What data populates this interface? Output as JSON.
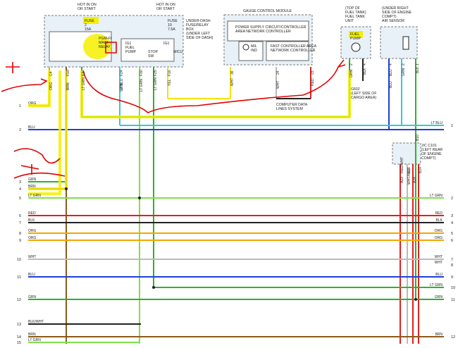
{
  "colors": {
    "org": "#f5a500",
    "blu": "#1f3fd8",
    "ltblu": "#38c6e0",
    "grn": "#2ab42a",
    "brn": "#8b5a1a",
    "ltgrn": "#7fe04a",
    "red": "#e02020",
    "blk": "#222222",
    "wht": "#bbbbbb",
    "yel": "#f7e000",
    "highlight": "#f4f000",
    "markup": "#e00000",
    "box_fill": "#e8f1f8",
    "box_stroke": "#777777"
  },
  "labels": {
    "hot_on_start_1": "HOT IN ON\nOR START",
    "hot_on_start_2": "HOT IN ON\nOR START",
    "fuse_2": "FUSE\n2\n15A",
    "fuse_10": "FUSE\n10\n7.5A",
    "relay": "PGM-FI\nMAIN\nRELAY",
    "ig1_fuel_pump": "IG1\nFUEL\nPUMP",
    "stop_sw": "STOP\nSW",
    "ig1_2": "IG1",
    "micu": "MICU",
    "underdash_box": "UNDER-DASH\nFUSE/RELAY\nBOX\n(UNDER LEFT\nSIDE OF DASH)",
    "gauge_module": "GAUGE CONTROL MODULE",
    "power_supply": "POWER SUPPLY CIRCUIT/CONTROLLER\nAREA NETWORK CONTROLLER",
    "mil": "MIL\nIND",
    "fast_controller": "FAST CONTROLLER AREA\nNETWORK CONTROLLER",
    "computer_lines": "COMPUTER DATA\nLINES SYSTEM",
    "fuel_tank_hdr": "(TOP OF\nFUEL TANK)\nFUEL TANK\nUNIT",
    "fuel_pump": "FUEL\nPUMP",
    "g602": "G602\n(LEFT SIDE OF\nCARGO AREA)",
    "air_sensor_hdr": "(UNDER RIGHT\nSIDE OF ENGINE\nCOMPT)\nAIR SENSOR",
    "jc_c101": "J/C C101\n(LEFT REAR\nOF ENGINE\nCOMPT)"
  },
  "pins": {
    "p_c4": "C4",
    "p_f10": "F10",
    "p_e3": "E3",
    "p_f24": "F24",
    "p_f30": "F30",
    "p_f25": "F25",
    "p_f16": "F16",
    "p_36": "36",
    "p_24": "24",
    "p_23": "23",
    "p_2": "2",
    "p_4a": "4",
    "p_4b": "4",
    "p_2b": "2",
    "p_1": "1",
    "p_a23": "A23",
    "p_b16": "B16",
    "p_a24": "A24",
    "p_b14": "B14",
    "p_b10": "B10"
  },
  "wire_tags": {
    "t_org": "ORG",
    "t_brn": "BRN",
    "t_ltgrn": "LT GRN",
    "t_grn": "GRN",
    "t_ltblu": "LT BLU",
    "t_ltgrn2": "LT GRN",
    "t_yel": "YEL",
    "t_wht": "WHT",
    "t_red": "RED",
    "t_grn2": "GRN",
    "t_blk": "BLK",
    "t_blu": "BLU",
    "t_grn3": "GRN",
    "t_blk2": "BLK",
    "t_wht2": "WHT",
    "t_ltgrn3": "LT GRN",
    "t_blu2": "BLU",
    "t_redwht": "RED/WHT",
    "t_whtred": "WHT/RED"
  },
  "connector": {
    "left": [
      {
        "num": "1",
        "color": "ORG"
      },
      {
        "num": "2",
        "color": "BLU"
      },
      {
        "num": "3",
        "color": "GRN"
      },
      {
        "num": "4",
        "color": "BRN"
      },
      {
        "num": "5",
        "color": "LT GRN"
      },
      {
        "num": "6",
        "color": "RED"
      },
      {
        "num": "7",
        "color": "BLK"
      },
      {
        "num": "8",
        "color": "ORG"
      },
      {
        "num": "9",
        "color": "ORG"
      },
      {
        "num": "10",
        "color": "WHT"
      },
      {
        "num": "11",
        "color": "BLU"
      },
      {
        "num": "12",
        "color": "GRN"
      },
      {
        "num": "13",
        "color": "BLK/WHT"
      },
      {
        "num": "14",
        "color": "BRN"
      },
      {
        "num": "15",
        "color": "LT GRN"
      }
    ],
    "right": [
      {
        "num": "1",
        "color": "LT BLU"
      },
      {
        "num": "2",
        "color": "LT GRN"
      },
      {
        "num": "3",
        "color": "RED"
      },
      {
        "num": "4",
        "color": "BLK"
      },
      {
        "num": "5",
        "color": "ORG"
      },
      {
        "num": "6",
        "color": "ORG"
      },
      {
        "num": "7",
        "color": "WHT"
      },
      {
        "num": "8",
        "color": "WHT"
      },
      {
        "num": "9",
        "color": "BLU"
      },
      {
        "num": "10",
        "color": "LT GRN"
      },
      {
        "num": "11",
        "color": "GRN"
      },
      {
        "num": "12",
        "color": "BRN"
      }
    ]
  }
}
